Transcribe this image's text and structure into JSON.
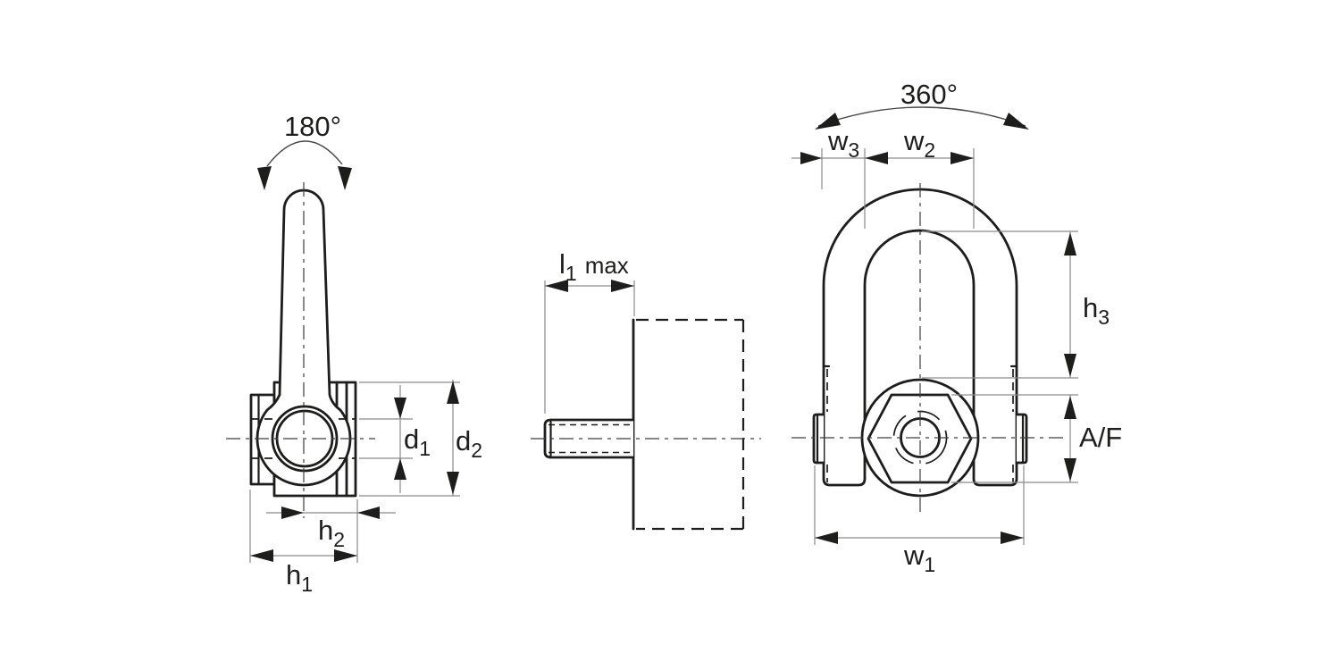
{
  "drawing": {
    "background": "#ffffff",
    "colors": {
      "outline": "#1d1d1b",
      "thin_line": "#8a8a8a",
      "centerline": "#3d3d3d"
    },
    "side_view": {
      "rotation": "180°",
      "d1": {
        "base": "d",
        "sub": "1"
      },
      "d2": {
        "base": "d",
        "sub": "2"
      },
      "h1": {
        "base": "h",
        "sub": "1"
      },
      "h2": {
        "base": "h",
        "sub": "2"
      }
    },
    "mounting_view": {
      "l1": {
        "base": "l",
        "sub": "1",
        "suffix": "max"
      }
    },
    "front_view": {
      "rotation": "360°",
      "w1": {
        "base": "w",
        "sub": "1"
      },
      "w2": {
        "base": "w",
        "sub": "2"
      },
      "w3": {
        "base": "w",
        "sub": "3"
      },
      "h3": {
        "base": "h",
        "sub": "3"
      },
      "af": "A/F"
    }
  }
}
